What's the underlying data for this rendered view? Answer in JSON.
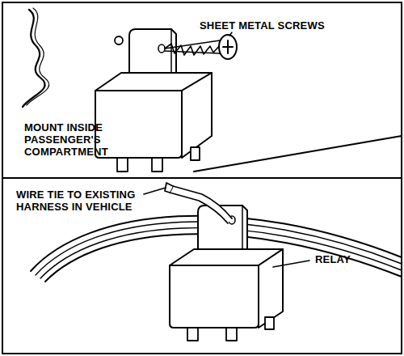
{
  "diagram": {
    "nodes": [
      {
        "text": [
          "SHEET METAL SCREWS",
          "MOUNT INSIDE PASSENGER'S COMPARTMENT"
        ]
      },
      {
        "text": [
          "WIRE TIE TO EXISTING HARNESS IN VEHICLE",
          "RELAY"
        ]
      }
    ]
  }
}
